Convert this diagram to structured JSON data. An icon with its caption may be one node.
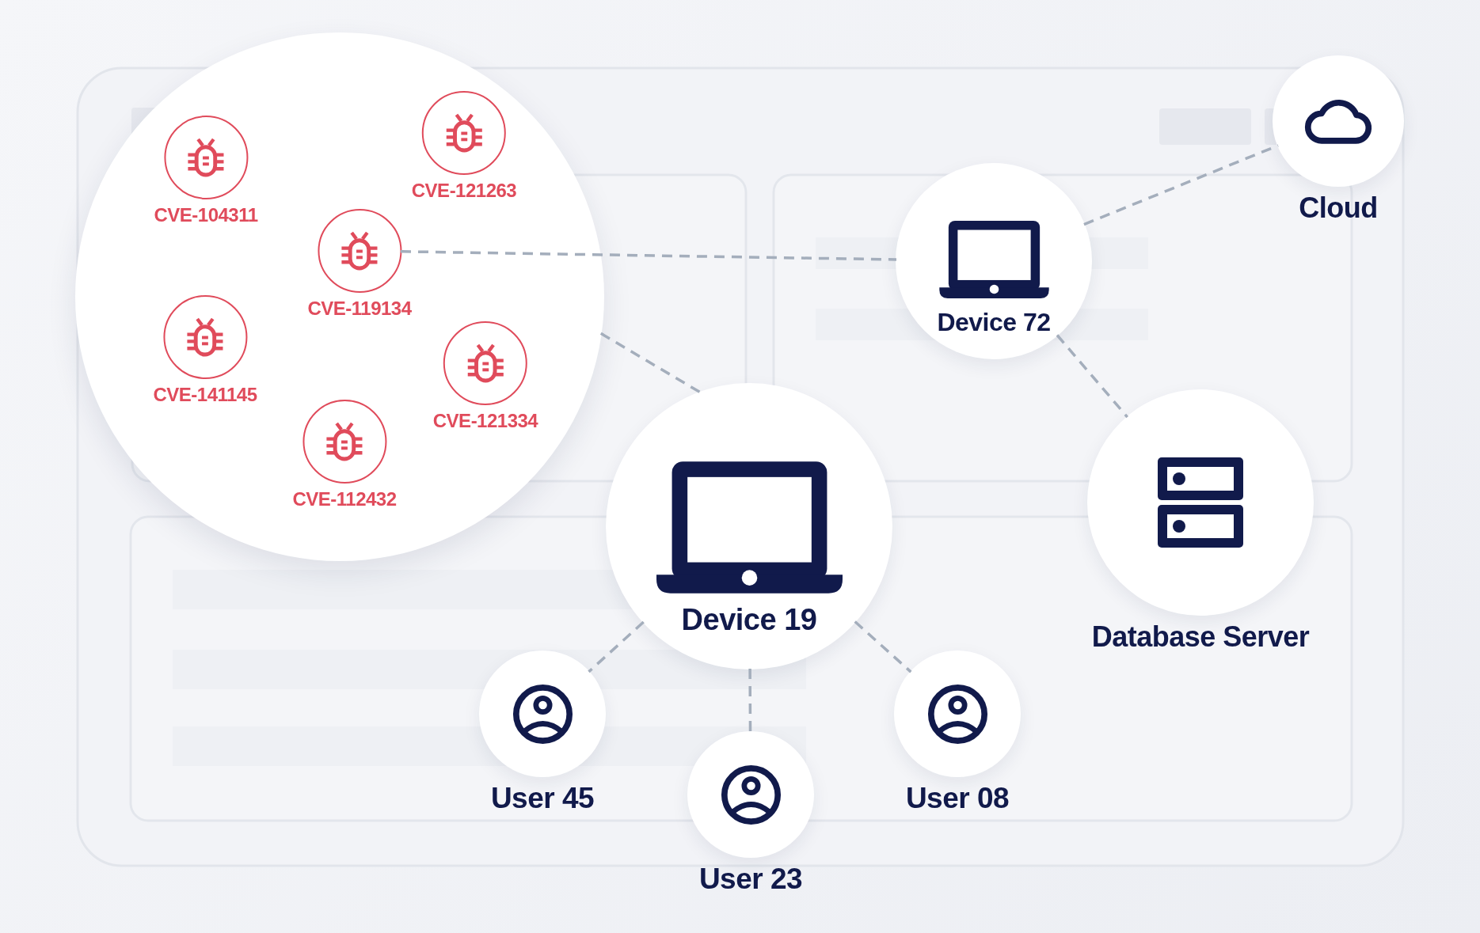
{
  "diagram": {
    "nodes": [
      {
        "text": [],
        "shape": "circle"
      },
      {
        "text": [
          "CVE-104311"
        ],
        "in": 0
      },
      {
        "text": [
          "CVE-121263"
        ],
        "in": 0
      },
      {
        "text": [
          "CVE-119134"
        ],
        "in": 0
      },
      {
        "text": [
          "CVE-141145"
        ],
        "in": 0
      },
      {
        "text": [
          "CVE-121334"
        ],
        "in": 0
      },
      {
        "text": [
          "CVE-112432"
        ],
        "in": 0
      },
      {
        "text": [
          "Cloud"
        ]
      },
      {
        "text": [
          "Device 72"
        ]
      },
      {
        "text": [
          "Device 19"
        ]
      },
      {
        "text": [
          "Database Server"
        ]
      },
      {
        "text": [
          "User 45"
        ]
      },
      {
        "text": [
          "User 23"
        ]
      },
      {
        "text": [
          "User 08"
        ]
      }
    ],
    "edges": [
      {
        "from": 3,
        "to": 8,
        "arrow": "none",
        "style": "dashed"
      },
      {
        "from": 8,
        "to": 7,
        "arrow": "none",
        "style": "dashed"
      },
      {
        "from": 8,
        "to": 10,
        "arrow": "none",
        "style": "dashed"
      },
      {
        "from": 0,
        "to": 9,
        "arrow": "none",
        "style": "dashed"
      },
      {
        "from": 9,
        "to": 11,
        "arrow": "none",
        "style": "dashed"
      },
      {
        "from": 9,
        "to": 12,
        "arrow": "none",
        "style": "dashed"
      },
      {
        "from": 9,
        "to": 13,
        "arrow": "none",
        "style": "dashed"
      }
    ]
  }
}
